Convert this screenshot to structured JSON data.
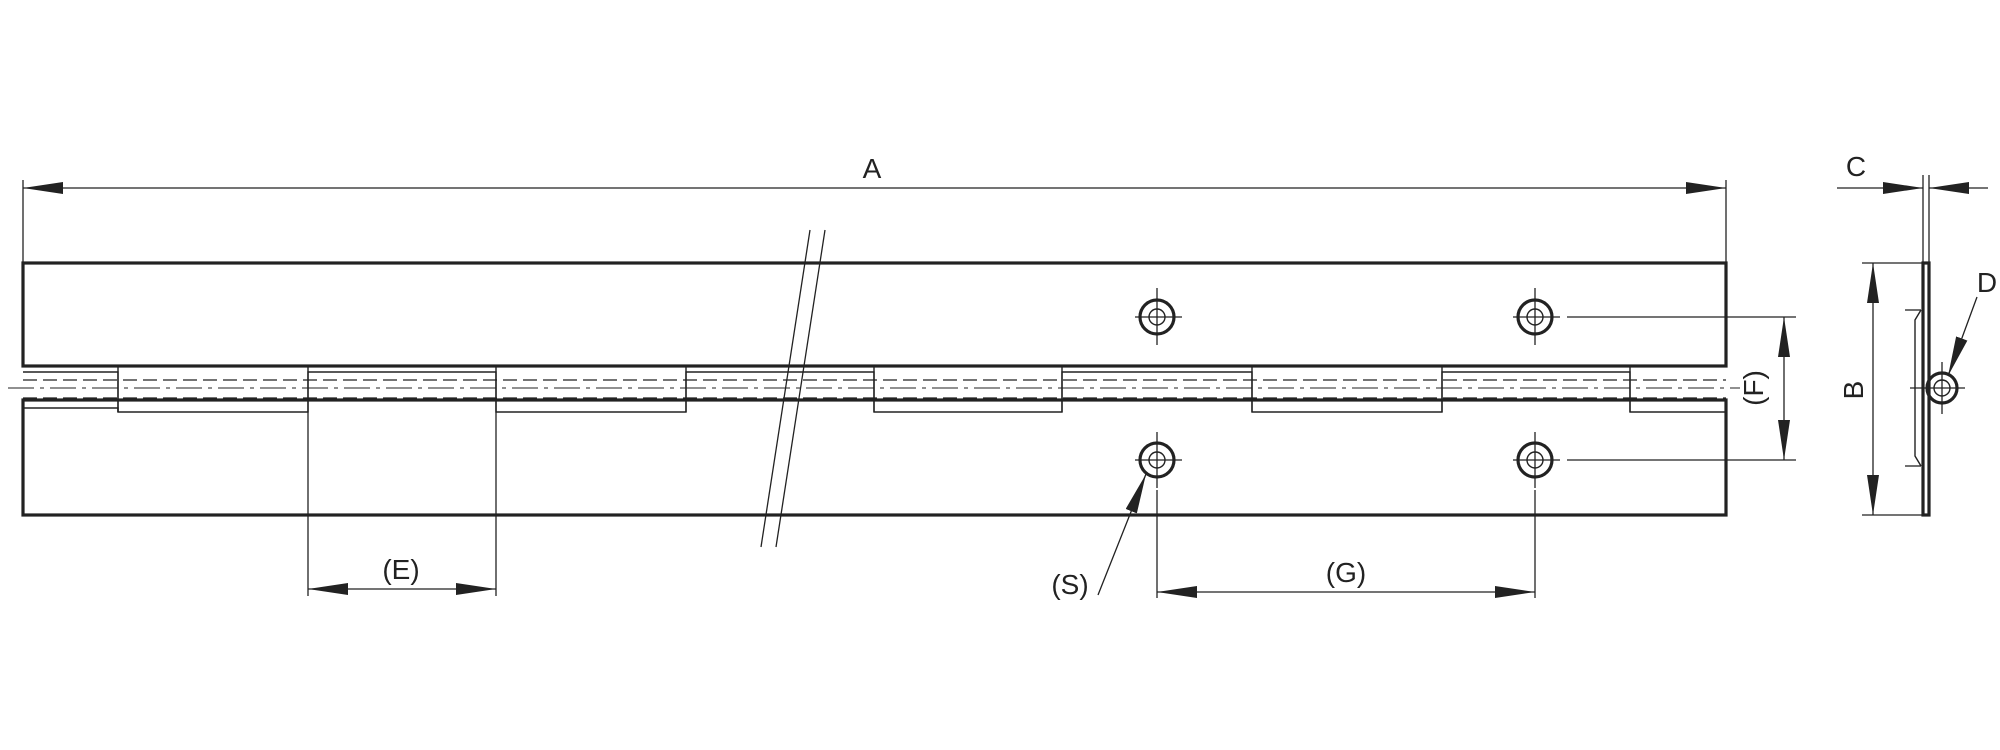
{
  "labels": {
    "A": "A",
    "B": "B",
    "C": "C",
    "D": "D",
    "E": "(E)",
    "F": "(F)",
    "G": "(G)",
    "S": "(S)"
  }
}
